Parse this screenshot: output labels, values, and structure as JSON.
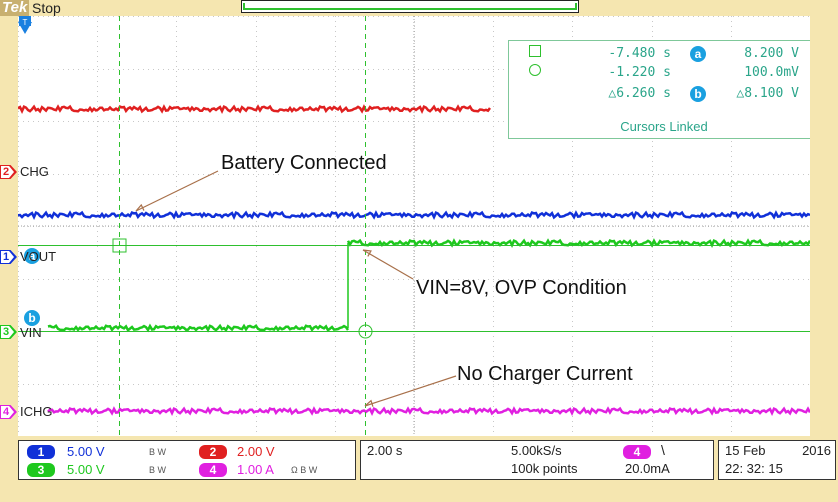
{
  "header": {
    "brand": "Tek",
    "status": "Stop"
  },
  "channels": [
    {
      "id": "2",
      "label": "CHG",
      "color": "#e02020"
    },
    {
      "id": "1",
      "label": "VOUT",
      "color": "#1030d8"
    },
    {
      "id": "3",
      "label": "VIN",
      "color": "#1ec81e"
    },
    {
      "id": "4",
      "label": "ICHG",
      "color": "#e020e0"
    }
  ],
  "cursor_readout": {
    "a_time": "-7.480 s",
    "a_value": "8.200 V",
    "b_time": "-1.220 s",
    "b_value": "100.0mV",
    "delta_time": "△6.260 s",
    "delta_value": "△8.100 V",
    "badge_a": "a",
    "badge_b": "b",
    "note": "Cursors Linked"
  },
  "annotations": {
    "battery": "Battery Connected",
    "ovp": "VIN=8V, OVP Condition",
    "no_current": "No Charger Current"
  },
  "bottom_panel": {
    "ch1_num": "1",
    "ch1_scale": "5.00 V",
    "ch2_num": "2",
    "ch2_scale": "2.00 V",
    "ch3_num": "3",
    "ch3_scale": "5.00 V",
    "ch4_num": "4",
    "ch4_scale": "1.00 A",
    "bw_mark": "B W",
    "ohm_mark": "Ω B W",
    "timebase": "2.00 s",
    "sample_rate": "5.00kS/s",
    "record_length": "100k points",
    "trigger_channel": "4",
    "trigger_slope": "\\",
    "trigger_level": "20.0mA",
    "date_day": "15 Feb",
    "date_year": "2016",
    "time": "22: 32: 15"
  },
  "colors": {
    "ch1": "#1030d8",
    "ch2": "#e02020",
    "ch3": "#1ec81e",
    "ch4": "#e020e0",
    "cursor": "#2aa58a",
    "bezel": "#f5e6b0"
  }
}
